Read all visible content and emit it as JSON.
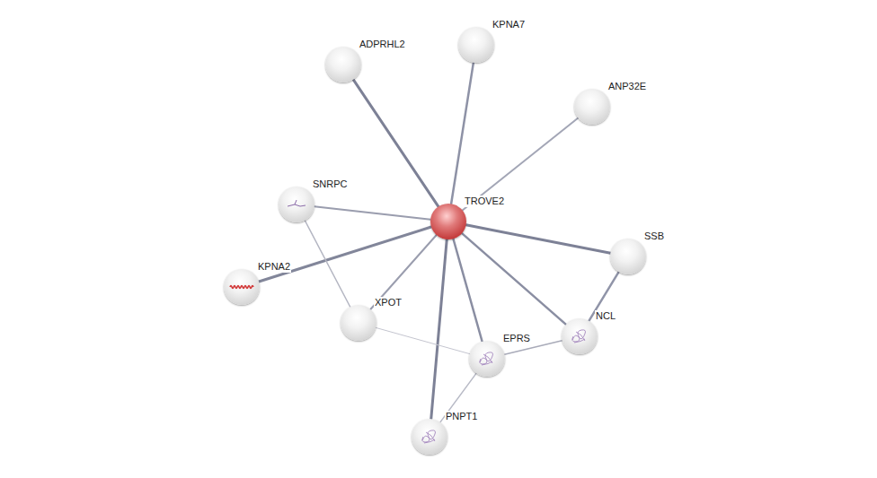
{
  "diagram": {
    "nodes": [
      {
        "text": [
          "KPNA7"
        ]
      },
      {
        "text": [
          "ADPRHL2"
        ]
      },
      {
        "text": [
          "ANP32E"
        ]
      },
      {
        "text": [
          "SNRPC"
        ]
      },
      {
        "text": [
          "TROVE2"
        ]
      },
      {
        "text": [
          "SSB"
        ]
      },
      {
        "text": [
          "KPNA2"
        ]
      },
      {
        "text": [
          "XPOT"
        ]
      },
      {
        "text": [
          "NCL"
        ]
      },
      {
        "text": [
          "EPRS"
        ]
      },
      {
        "text": [
          "PNPT1"
        ]
      }
    ],
    "edges": [
      {
        "from": 4,
        "to": 1,
        "arrow": "none"
      },
      {
        "from": 4,
        "to": 0,
        "arrow": "none"
      },
      {
        "from": 4,
        "to": 2,
        "arrow": "none"
      },
      {
        "from": 4,
        "to": 3,
        "arrow": "none"
      },
      {
        "from": 4,
        "to": 6,
        "arrow": "none"
      },
      {
        "from": 4,
        "to": 5,
        "arrow": "none"
      },
      {
        "from": 4,
        "to": 7,
        "arrow": "none"
      },
      {
        "from": 4,
        "to": 8,
        "arrow": "none"
      },
      {
        "from": 4,
        "to": 9,
        "arrow": "none"
      },
      {
        "from": 4,
        "to": 10,
        "arrow": "none"
      },
      {
        "from": 3,
        "to": 7,
        "arrow": "none"
      },
      {
        "from": 7,
        "to": 9,
        "arrow": "none"
      },
      {
        "from": 9,
        "to": 10,
        "arrow": "none"
      },
      {
        "from": 9,
        "to": 8,
        "arrow": "none"
      },
      {
        "from": 8,
        "to": 5,
        "arrow": "none"
      }
    ]
  }
}
